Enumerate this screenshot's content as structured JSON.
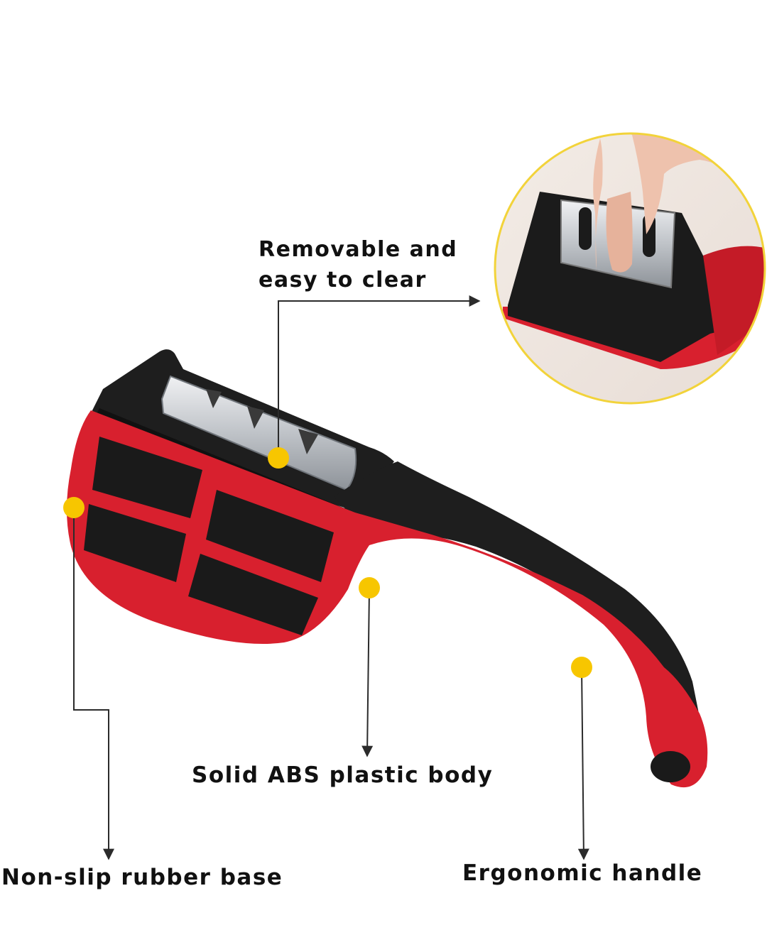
{
  "callouts": {
    "removable": {
      "line1": "Removable and",
      "line2": "easy to clear"
    },
    "body": "Solid ABS plastic body",
    "base": "Non-slip rubber base",
    "handle": "Ergonomic handle"
  },
  "colors": {
    "accent_red": "#d8202e",
    "body_black": "#1e1e1e",
    "steel": "#c9ccd1",
    "marker_yellow": "#f7c600",
    "inset_border": "#f2d33a",
    "leader_line": "#2b2b2b"
  }
}
